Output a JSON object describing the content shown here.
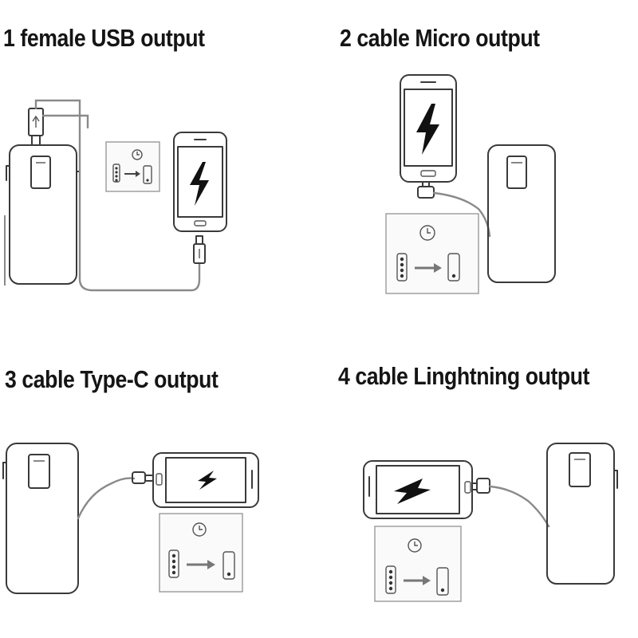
{
  "panels": [
    {
      "title": "1 female USB output"
    },
    {
      "title": "2 cable Micro output"
    },
    {
      "title": "3 cable Type-C output"
    },
    {
      "title": "4 cable Linghtning output"
    }
  ]
}
